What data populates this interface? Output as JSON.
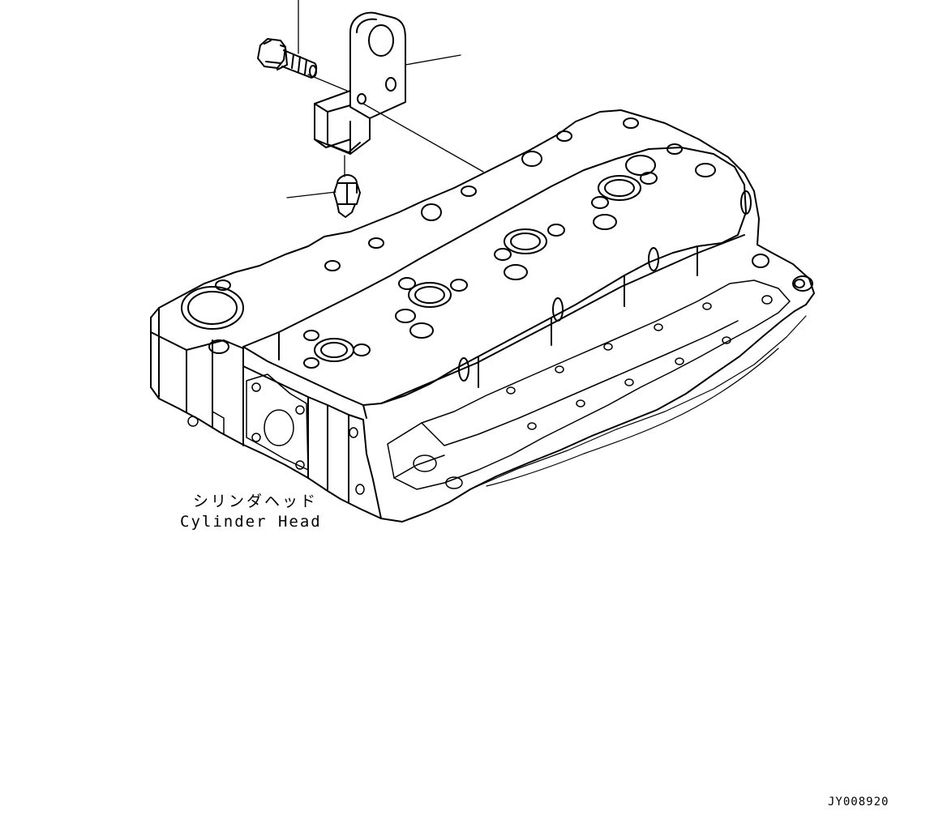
{
  "part_label": {
    "japanese": "シリンダヘッド",
    "english": "Cylinder Head"
  },
  "figure_code": "JY008920",
  "colors": {
    "line": "#000000",
    "background": "#ffffff"
  }
}
